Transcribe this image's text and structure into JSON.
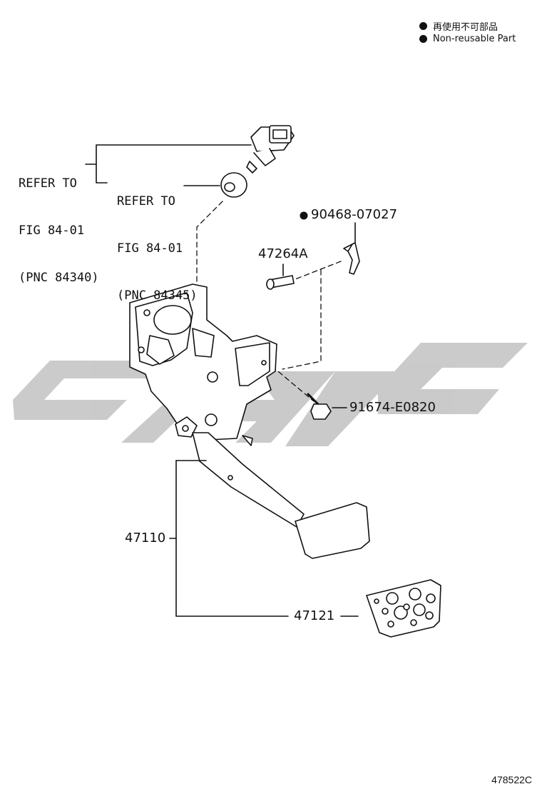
{
  "legend": [
    {
      "text": "再使用不可部品"
    },
    {
      "text": "Non-reusable Part"
    }
  ],
  "references": [
    {
      "line1": "REFER TO",
      "line2": "FIG 84-01",
      "line3": "(PNC 84340)"
    },
    {
      "line1": "REFER TO",
      "line2": "FIG 84-01",
      "line3": "(PNC 84345)"
    }
  ],
  "parts": {
    "clip": "90468-07027",
    "pin": "47264A",
    "bolt": "91674-E0820",
    "pedal_assy": "47110",
    "pedal_pad": "47121"
  },
  "figure_id": "478522C",
  "colors": {
    "line": "#111111",
    "watermark": "#c8c8c8"
  }
}
